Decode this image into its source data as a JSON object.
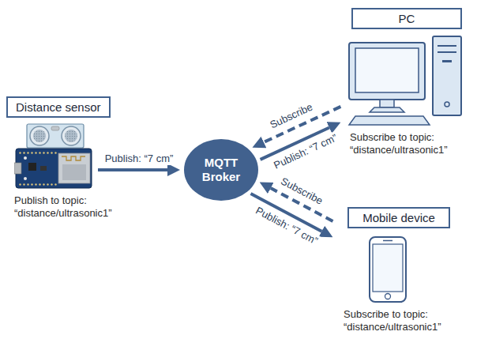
{
  "diagram": {
    "nodes": [
      {
        "text": [
          "Distance sensor",
          "Publish to topic: “distance/ultrasonic1”"
        ]
      },
      {
        "text": [
          "MQTT Broker"
        ]
      },
      {
        "text": [
          "PC",
          "Subscribe to topic: “distance/ultrasonic1”"
        ]
      },
      {
        "text": [
          "Mobile device",
          "Subscribe to topic: “distance/ultrasonic1”"
        ]
      }
    ],
    "edges": [
      {
        "from": 0,
        "to": 1,
        "arrow": "to",
        "label": "Publish: “7 cm”"
      },
      {
        "from": 1,
        "to": 2,
        "arrow": "to",
        "label": "Publish: “7 cm”"
      },
      {
        "from": 2,
        "to": 1,
        "arrow": "to",
        "label": "Subscribe"
      },
      {
        "from": 1,
        "to": 3,
        "arrow": "to",
        "label": "Publish: “7 cm”"
      },
      {
        "from": 3,
        "to": 1,
        "arrow": "to",
        "label": "Subscribe"
      }
    ]
  }
}
